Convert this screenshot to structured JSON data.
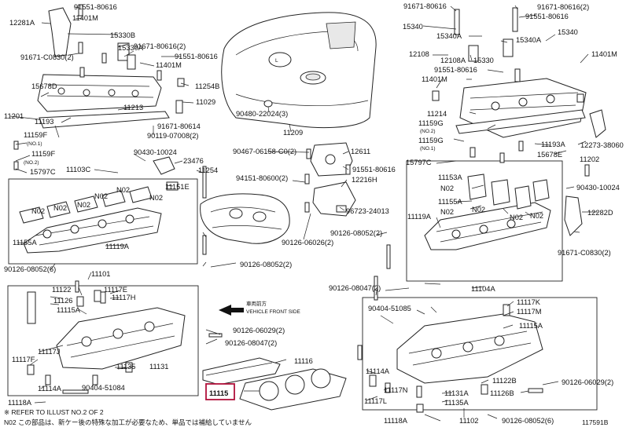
{
  "callouts": [
    {
      "id": "c1",
      "text": "12281A"
    },
    {
      "id": "c2",
      "text": "91551-80616"
    },
    {
      "id": "c3",
      "text": "11401M"
    },
    {
      "id": "c4",
      "text": "15330B"
    },
    {
      "id": "c5",
      "text": "15330A"
    },
    {
      "id": "c6",
      "text": "91671-C0830(2)"
    },
    {
      "id": "c7",
      "text": "91671-80616(2)"
    },
    {
      "id": "c8",
      "text": "91551-80616"
    },
    {
      "id": "c9",
      "text": "11401M"
    },
    {
      "id": "c10",
      "text": "15678D"
    },
    {
      "id": "c11",
      "text": "11254B"
    },
    {
      "id": "c12",
      "text": "11029"
    },
    {
      "id": "c13",
      "text": "11213"
    },
    {
      "id": "c14",
      "text": "11201"
    },
    {
      "id": "c15",
      "text": "11193"
    },
    {
      "id": "c16",
      "text": "91671-80614"
    },
    {
      "id": "c17",
      "text": "90119-07008(2)"
    },
    {
      "id": "c18",
      "text": "11159F"
    },
    {
      "id": "c19",
      "text": "(NO.1)"
    },
    {
      "id": "c20",
      "text": "11159F"
    },
    {
      "id": "c21",
      "text": "(NO.2)"
    },
    {
      "id": "c22",
      "text": "15797C"
    },
    {
      "id": "c23",
      "text": "90430-10024"
    },
    {
      "id": "c24",
      "text": "23476"
    },
    {
      "id": "c25",
      "text": "11103C"
    },
    {
      "id": "c26",
      "text": "11151E"
    },
    {
      "id": "c27",
      "text": "N02"
    },
    {
      "id": "c28",
      "text": "N02"
    },
    {
      "id": "c29",
      "text": "N02"
    },
    {
      "id": "c30",
      "text": "N02"
    },
    {
      "id": "c31",
      "text": "N02"
    },
    {
      "id": "c32",
      "text": "N02"
    },
    {
      "id": "c33",
      "text": "11155A"
    },
    {
      "id": "c34",
      "text": "11119A"
    },
    {
      "id": "c35",
      "text": "11254"
    },
    {
      "id": "c36",
      "text": "90126-08052(6)"
    },
    {
      "id": "c37",
      "text": "90126-08052(2)"
    },
    {
      "id": "c38",
      "text": "90480-22024(3)"
    },
    {
      "id": "c39",
      "text": "11209"
    },
    {
      "id": "c40",
      "text": "90467-06158-C0(2)"
    },
    {
      "id": "c41",
      "text": "12611"
    },
    {
      "id": "c42",
      "text": "91551-80616"
    },
    {
      "id": "c43",
      "text": "12216H"
    },
    {
      "id": "c44",
      "text": "94151-80600(2)"
    },
    {
      "id": "c45",
      "text": "96723-24013"
    },
    {
      "id": "c46",
      "text": "90126-06026(2)"
    },
    {
      "id": "c47",
      "text": "90126-08052(2)"
    },
    {
      "id": "c48",
      "text": "91671-80616"
    },
    {
      "id": "c49",
      "text": "91671-80616(2)"
    },
    {
      "id": "c50",
      "text": "91551-80616"
    },
    {
      "id": "c51",
      "text": "15340"
    },
    {
      "id": "c52",
      "text": "15340A"
    },
    {
      "id": "c53",
      "text": "15340A"
    },
    {
      "id": "c54",
      "text": "15340"
    },
    {
      "id": "c55",
      "text": "12108"
    },
    {
      "id": "c56",
      "text": "12108A"
    },
    {
      "id": "c57",
      "text": "15330"
    },
    {
      "id": "c58",
      "text": "91551-80616"
    },
    {
      "id": "c59",
      "text": "11401M"
    },
    {
      "id": "c60",
      "text": "11401M"
    },
    {
      "id": "c61",
      "text": "11214"
    },
    {
      "id": "c62",
      "text": "11159G"
    },
    {
      "id": "c63",
      "text": "(NO.2)"
    },
    {
      "id": "c64",
      "text": "11159G"
    },
    {
      "id": "c65",
      "text": "(NO.1)"
    },
    {
      "id": "c66",
      "text": "11193A"
    },
    {
      "id": "c67",
      "text": "12273-38060"
    },
    {
      "id": "c68",
      "text": "15678E"
    },
    {
      "id": "c69",
      "text": "11202"
    },
    {
      "id": "c70",
      "text": "15797C"
    },
    {
      "id": "c71",
      "text": "11153A"
    },
    {
      "id": "c72",
      "text": "N02"
    },
    {
      "id": "c73",
      "text": "N02"
    },
    {
      "id": "c74",
      "text": "11155A"
    },
    {
      "id": "c75",
      "text": "N02"
    },
    {
      "id": "c76",
      "text": "N02"
    },
    {
      "id": "c77",
      "text": "N02"
    },
    {
      "id": "c78",
      "text": "11119A"
    },
    {
      "id": "c79",
      "text": "90430-10024"
    },
    {
      "id": "c80",
      "text": "12282D"
    },
    {
      "id": "c81",
      "text": "91671-C0830(2)"
    },
    {
      "id": "c82",
      "text": "11104A"
    },
    {
      "id": "c83",
      "text": "90126-08047(2)"
    },
    {
      "id": "c84",
      "text": "11101"
    },
    {
      "id": "c85",
      "text": "11122"
    },
    {
      "id": "c86",
      "text": "11117E"
    },
    {
      "id": "c87",
      "text": "11126"
    },
    {
      "id": "c88",
      "text": "11117H"
    },
    {
      "id": "c89",
      "text": "11115A"
    },
    {
      "id": "c90",
      "text": "11117J"
    },
    {
      "id": "c91",
      "text": "11117F"
    },
    {
      "id": "c92",
      "text": "11135"
    },
    {
      "id": "c93",
      "text": "11131"
    },
    {
      "id": "c94",
      "text": "11118A"
    },
    {
      "id": "c95",
      "text": "11114A"
    },
    {
      "id": "c96",
      "text": "90404-51084"
    },
    {
      "id": "c97",
      "text": "90126-06029(2)"
    },
    {
      "id": "c98",
      "text": "90126-08047(2)"
    },
    {
      "id": "c99",
      "text": "11116"
    },
    {
      "id": "c100",
      "text": "11115"
    },
    {
      "id": "c101",
      "text": "90404-51085"
    },
    {
      "id": "c102",
      "text": "11117K"
    },
    {
      "id": "c103",
      "text": "11117M"
    },
    {
      "id": "c104",
      "text": "11115A"
    },
    {
      "id": "c105",
      "text": "11114A"
    },
    {
      "id": "c106",
      "text": "11117N"
    },
    {
      "id": "c107",
      "text": "11117L"
    },
    {
      "id": "c108",
      "text": "11131A"
    },
    {
      "id": "c109",
      "text": "11135A"
    },
    {
      "id": "c110",
      "text": "11122B"
    },
    {
      "id": "c111",
      "text": "11126B"
    },
    {
      "id": "c112",
      "text": "90126-06029(2)"
    },
    {
      "id": "c113",
      "text": "11118A"
    },
    {
      "id": "c114",
      "text": "11102"
    },
    {
      "id": "c115",
      "text": "90126-08052(6)"
    }
  ],
  "direction": {
    "jp": "車両前方",
    "en": "VEHICLE FRONT SIDE"
  },
  "notes": {
    "line1": "※ REFER TO ILLUST NO.2 OF 2",
    "line2": "N02 この部品は、新ケー後の特殊な加工が必要なため、単品では補給していません"
  },
  "figure_id": "117591B",
  "highlighted": "c100",
  "colors": {
    "highlight": "#b0103a",
    "line": "#222222"
  }
}
